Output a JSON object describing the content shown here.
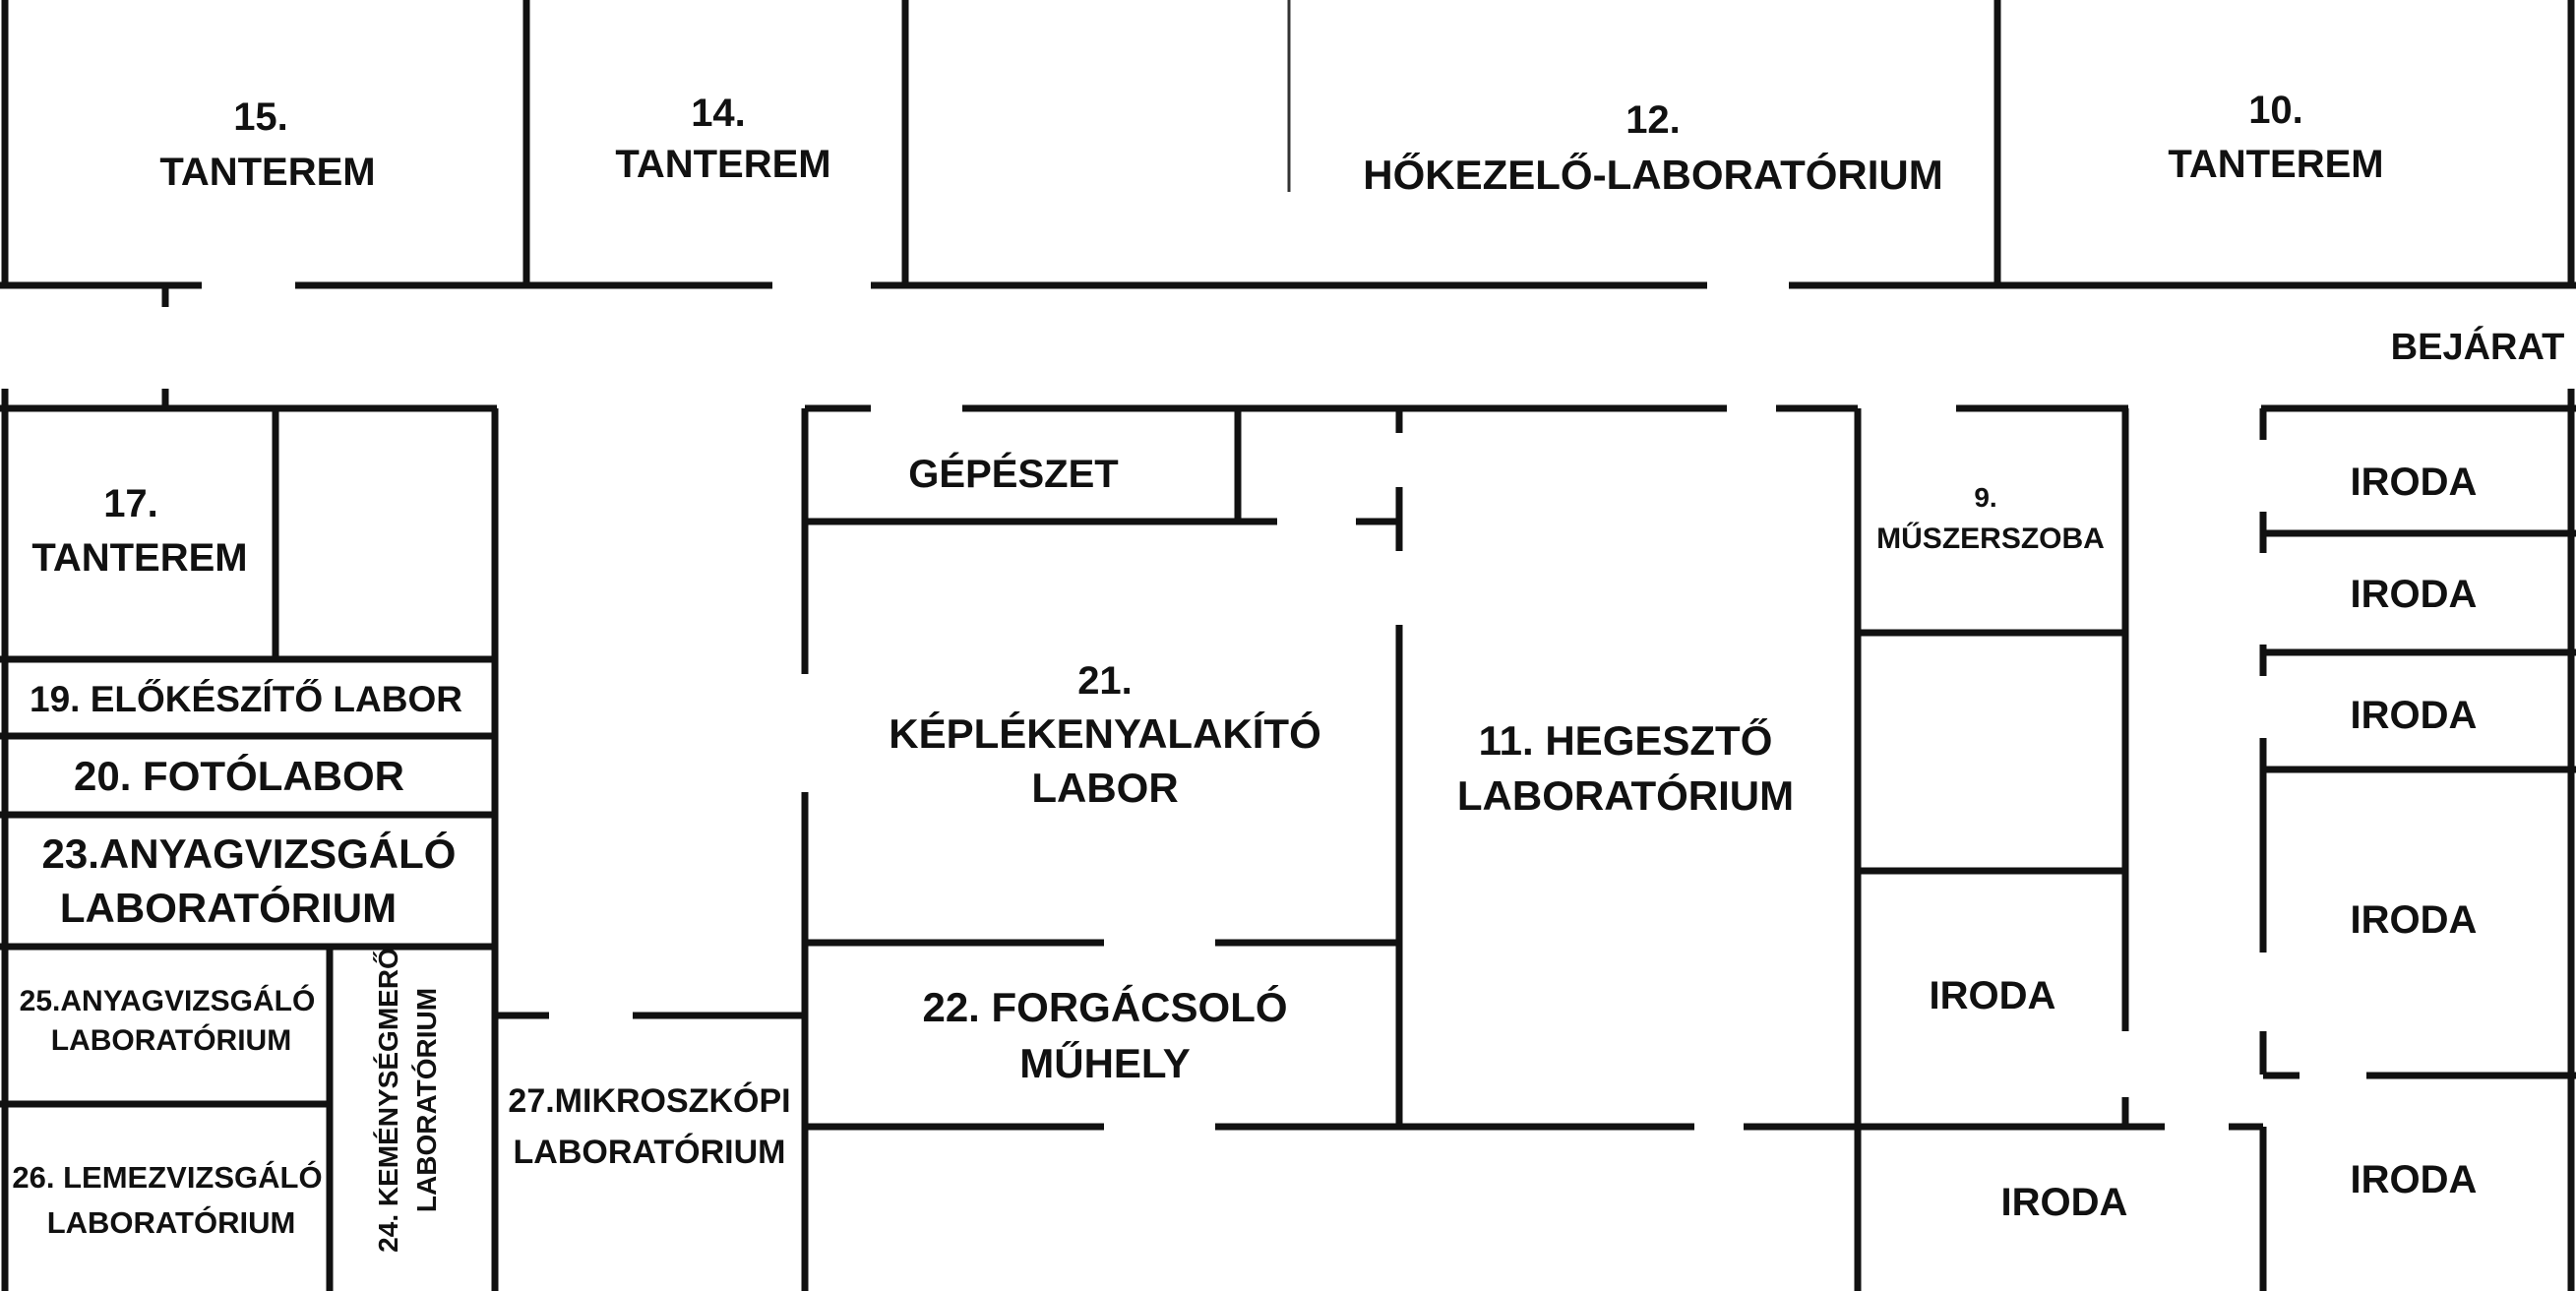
{
  "colors": {
    "background": "#ffffff",
    "walls": "#111111",
    "text": "#111111"
  },
  "rooms": {
    "r15_num": "15.",
    "r15_name": "TANTEREM",
    "r14_num": "14.",
    "r14_name": "TANTEREM",
    "r12_num": "12.",
    "r12_name": "HŐKEZELŐ-LABORATÓRIUM",
    "r10_num": "10.",
    "r10_name": "TANTEREM",
    "entrance": "BEJÁRAT",
    "r17_num": "17.",
    "r17_name": "TANTEREM",
    "gepeszet": "GÉPÉSZET",
    "r9_num": "9.",
    "r9_name": "MŰSZERSZOBA",
    "r19": "19. ELŐKÉSZÍTŐ LABOR",
    "r20": "20. FOTÓLABOR",
    "r23_line1": "23.ANYAGVIZSGÁLÓ",
    "r23_line2": "LABORATÓRIUM",
    "r21_num": "21.",
    "r21_line1": "KÉPLÉKENYALAKÍTÓ",
    "r21_line2": "LABOR",
    "r11_line1": "11. HEGESZTŐ",
    "r11_line2": "LABORATÓRIUM",
    "r25_line1": "25.ANYAGVIZSGÁLÓ",
    "r25_line2": "LABORATÓRIUM",
    "r24_line1": "24. KEMÉNYSÉGMERŐ",
    "r24_line2": "LABORATÓRIUM",
    "r22_line1": "22. FORGÁCSOLÓ",
    "r22_line2": "MŰHELY",
    "r26_line1": "26. LEMEZVIZSGÁLÓ",
    "r26_line2": "LABORATÓRIUM",
    "r27_line1": "27.MIKROSZKÓPI",
    "r27_line2": "LABORATÓRIUM",
    "iroda_1": "IRODA",
    "iroda_2": "IRODA",
    "iroda_3": "IRODA",
    "iroda_4": "IRODA",
    "iroda_5": "IRODA",
    "iroda_6": "IRODA",
    "iroda_7": "IRODA"
  }
}
